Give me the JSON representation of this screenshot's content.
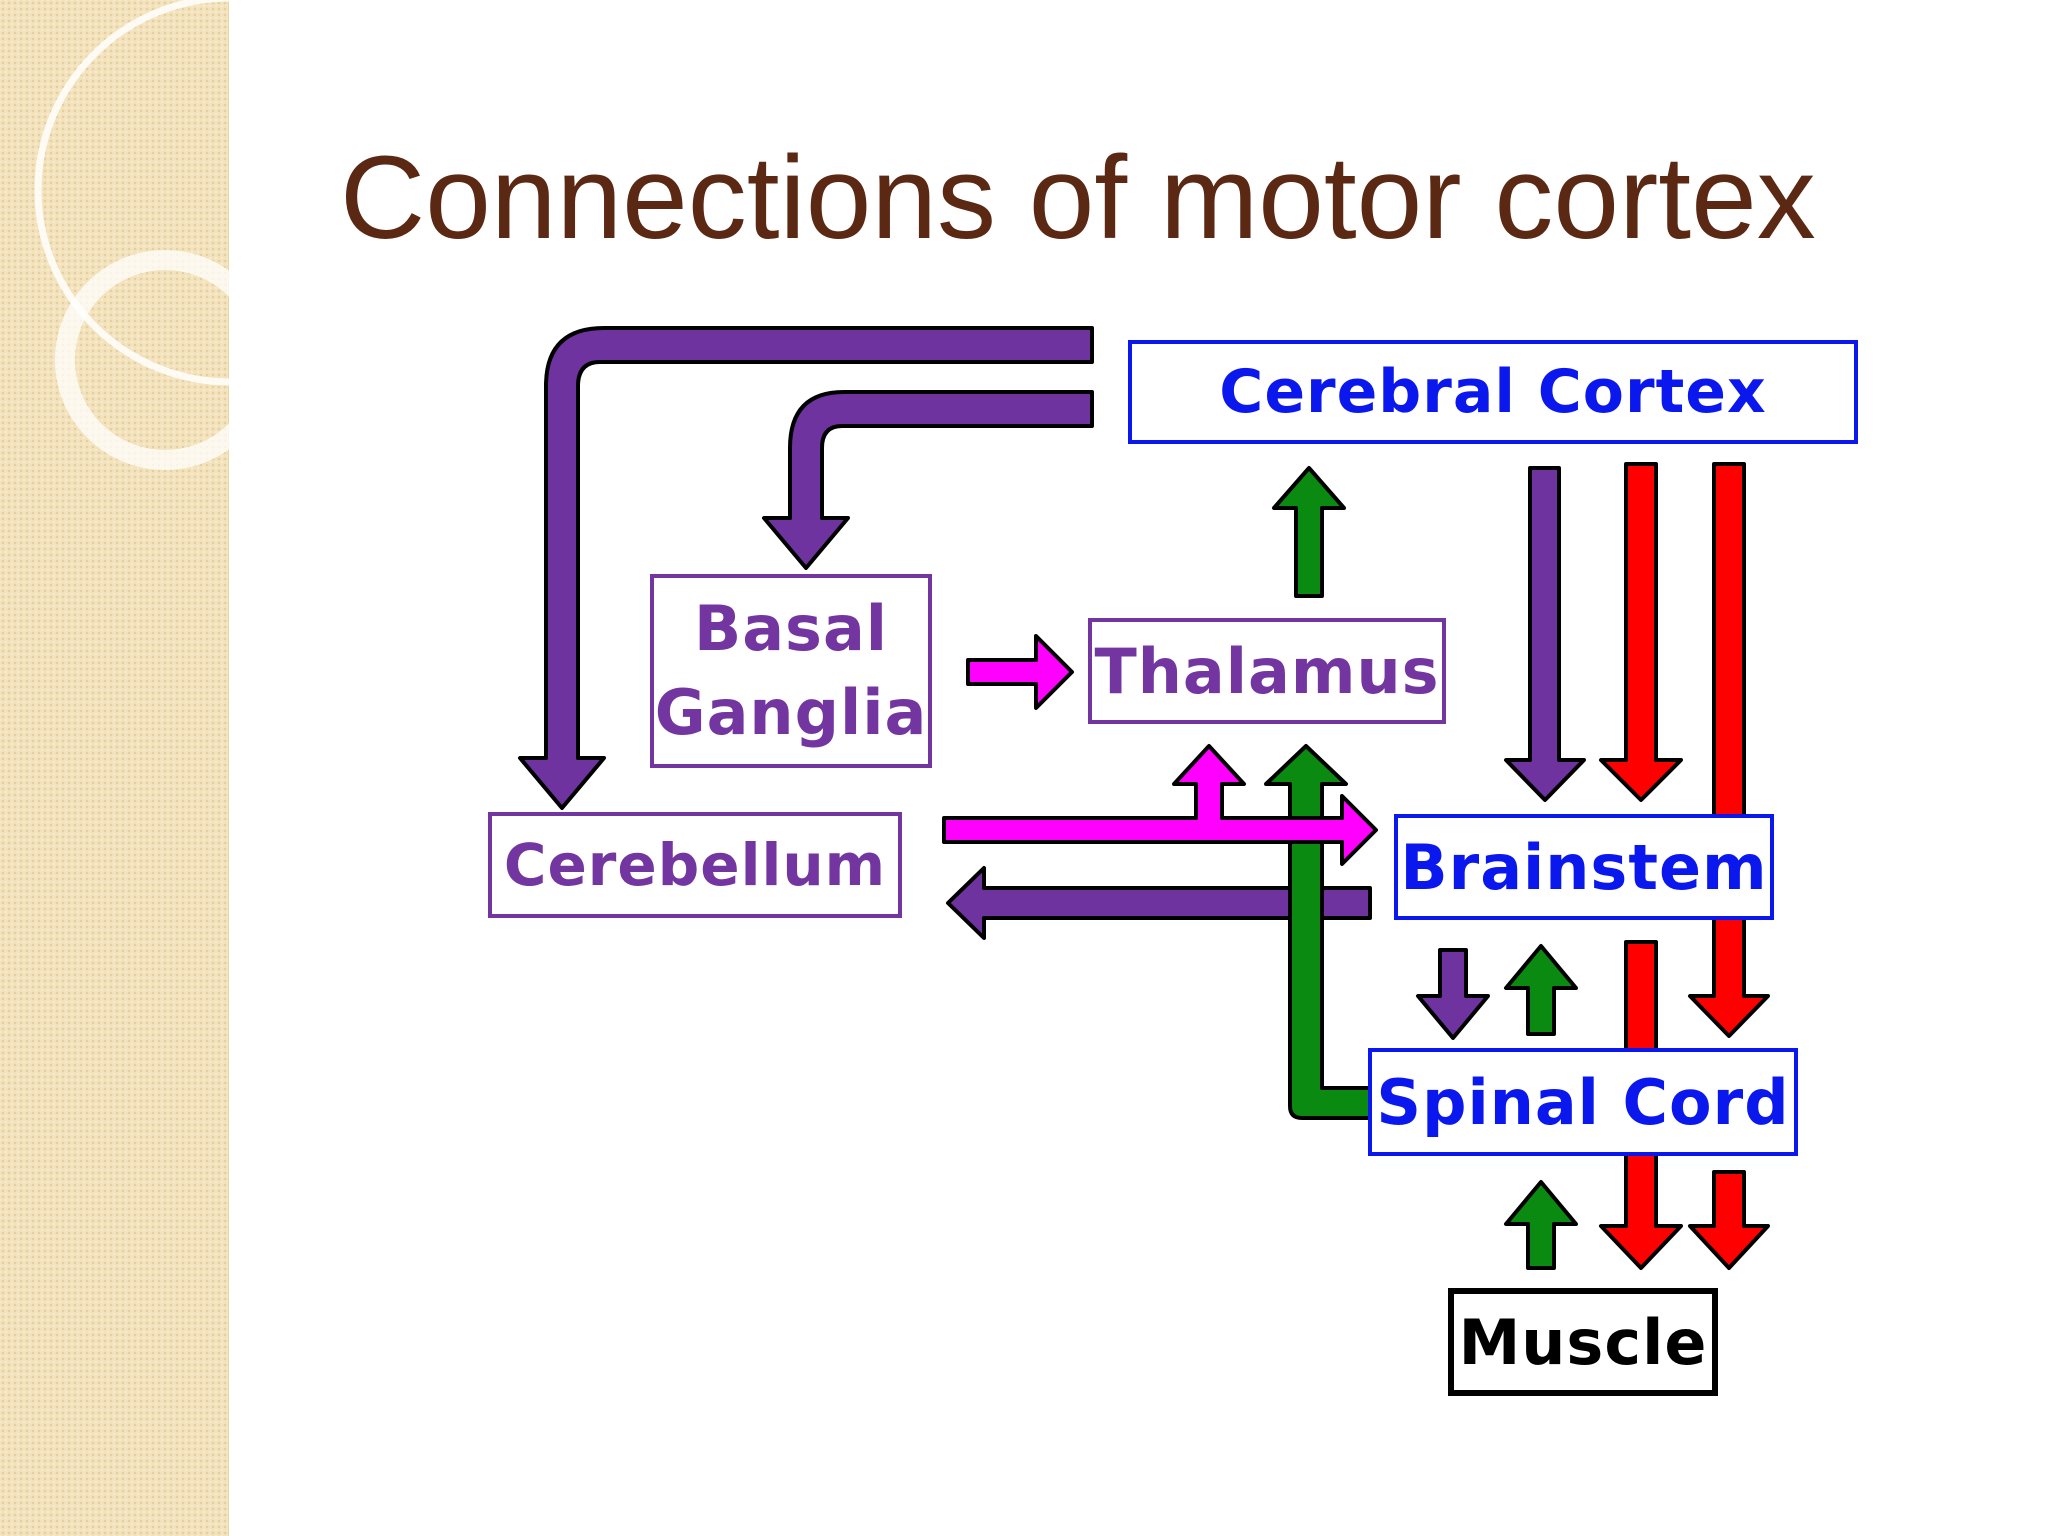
{
  "title": "Connections of motor cortex",
  "nodes": {
    "cerebral_cortex": "Cerebral Cortex",
    "basal_ganglia_line1": "Basal",
    "basal_ganglia_line2": "Ganglia",
    "thalamus": "Thalamus",
    "cerebellum": "Cerebellum",
    "brainstem": "Brainstem",
    "spinal_cord": "Spinal Cord",
    "muscle": "Muscle"
  },
  "colors": {
    "title": "#5b2814",
    "blue_box": "#0a18ee",
    "purple_box": "#7335a0",
    "arrow_purple": "#6f33a0",
    "arrow_red": "#ff0000",
    "arrow_green": "#0a8a10",
    "arrow_magenta": "#ff00ff",
    "sidebar": "#f3e2bb"
  }
}
